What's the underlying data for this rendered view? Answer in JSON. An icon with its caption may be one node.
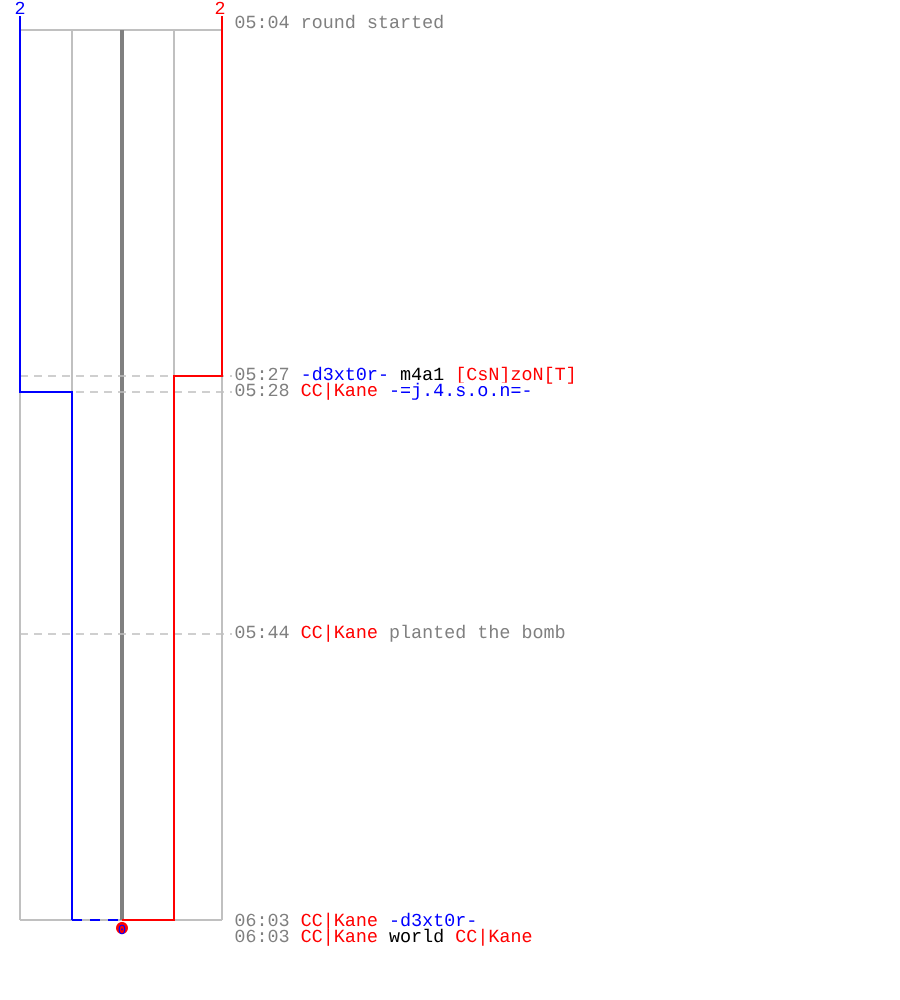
{
  "diagram": {
    "labels": [
      "2",
      "2",
      "05:04",
      "round started",
      "05:27",
      "-d3xt0r-",
      "m4a1",
      "[CsN]zoN[T]",
      "05:28",
      "CC|Kane",
      "-=j.4.s.o.n=-",
      "05:44",
      "CC|Kane",
      "planted the bomb",
      "06:03",
      "CC|Kane",
      "-d3xt0r-",
      "06:03",
      "CC|Kane",
      "world",
      "CC|Kane",
      "0"
    ]
  }
}
